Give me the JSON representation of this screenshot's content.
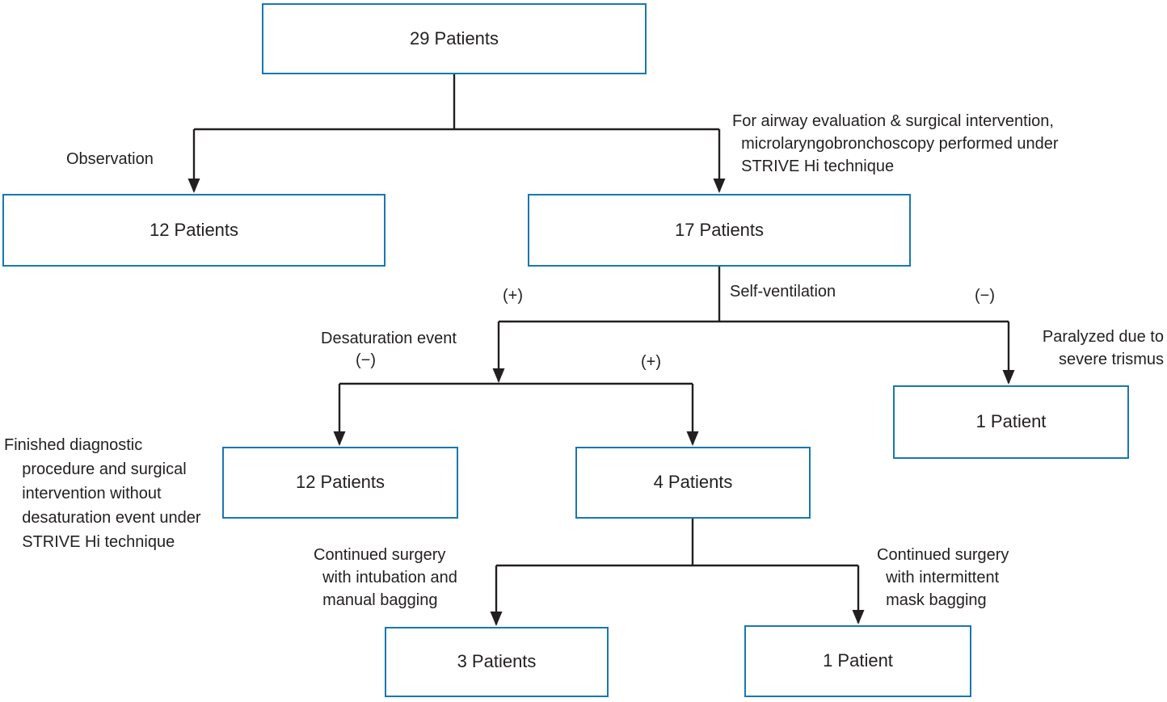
{
  "figure": {
    "type": "flowchart",
    "background_color": "#ffffff",
    "box_border_color": "#1878b0",
    "line_color": "#231f20",
    "text_color": "#231f20",
    "boxes": {
      "total": "29 Patients",
      "observation_group": "12 Patients",
      "strive_group": "17 Patients",
      "no_desaturation": "12 Patients",
      "desaturation": "4 Patients",
      "paralyzed": "1 Patient",
      "intubation": "3 Patients",
      "mask": "1 Patient"
    },
    "annotations": {
      "observation": "Observation",
      "strive_note": "For airway evaluation & surgical intervention,\n  microlaryngobronchoscopy performed under\n  STRIVE Hi technique",
      "self_ventilation": "Self-ventilation",
      "self_vent_positive": "(+)",
      "self_vent_negative": "(−)",
      "paralyzed_note": "Paralyzed due to\nsevere trismus",
      "desaturation_event": "Desaturation event",
      "desaturation_negative": "(−)",
      "desaturation_positive": "(+)",
      "finished_note": "Finished diagnostic\n    procedure and surgical\n    intervention without\n    desaturation event under\n    STRIVE Hi technique",
      "continued_intubation": "Continued surgery\n  with intubation and\n  manual bagging",
      "continued_mask": "Continued surgery\n  with intermittent\n  mask bagging"
    },
    "edges": [
      {
        "from": "total",
        "to": "observation_group",
        "label": "Observation"
      },
      {
        "from": "total",
        "to": "strive_group",
        "label": "For airway evaluation & surgical intervention, microlaryngobronchoscopy performed under STRIVE Hi technique"
      },
      {
        "from": "strive_group",
        "to": "no_desaturation",
        "label": "Self-ventilation (+), Desaturation event (−)"
      },
      {
        "from": "strive_group",
        "to": "desaturation",
        "label": "Self-ventilation (+), Desaturation event (+)"
      },
      {
        "from": "strive_group",
        "to": "paralyzed",
        "label": "Self-ventilation (−), Paralyzed due to severe trismus"
      },
      {
        "from": "desaturation",
        "to": "intubation",
        "label": "Continued surgery with intubation and manual bagging"
      },
      {
        "from": "desaturation",
        "to": "mask",
        "label": "Continued surgery with intermittent mask bagging"
      }
    ]
  }
}
